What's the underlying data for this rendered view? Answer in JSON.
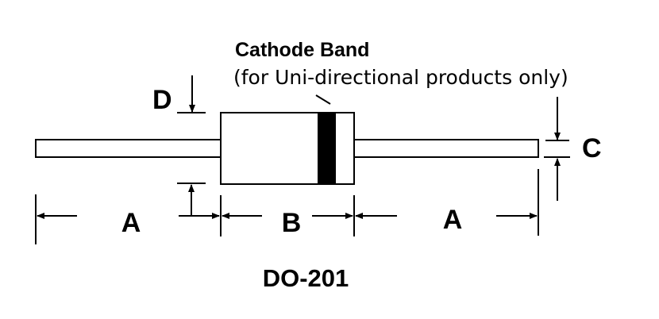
{
  "title": "DO-201",
  "callout": {
    "heading": "Cathode Band",
    "note": "(for Uni-directional products only)"
  },
  "dimensions": {
    "lead_length": "A",
    "body_length": "B",
    "lead_diameter": "C",
    "body_diameter": "D"
  },
  "colors": {
    "ink": "#000000",
    "background": "#ffffff"
  }
}
